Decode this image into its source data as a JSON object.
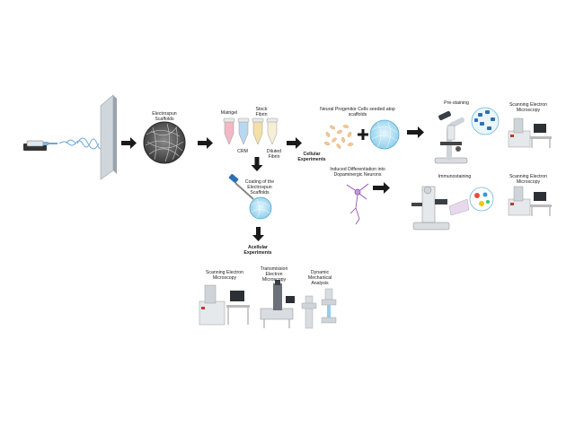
{
  "labels": {
    "electrospun": "Electrospun\nScaffolds",
    "matrigel": "Matrigel",
    "stock_fibrin": "Stock\nFibrin",
    "crm": "CRM",
    "diluted_fibrin": "Diluted\nFibrin",
    "coating": "Coating of the\nElectrospun\nScaffolds",
    "acellular": "Acellular\nExperiments",
    "cellular": "Cellular\nExperiments",
    "npc": "Neural Progenitor Cells seeded atop\nscaffolds",
    "induced": "Induced Differentiation into\nDopaminergic Neurons",
    "prestaining": "Pre-staining",
    "immunostaining": "Immunostaining",
    "sem_top": "Scanning Electron\nMicroscopy",
    "sem_mid": "Scanning Electron\nMicroscopy",
    "sem_bottom": "Scanning Electron\nMicroscopy",
    "tem": "Transmission\nElectron\nMicroscopy",
    "dma": "Dynamic\nMechanical\nAnalysis"
  },
  "icons": {
    "syringe": "electrospinning-syringe-icon",
    "collector": "collector-plate-icon",
    "scaffold": "fiber-mesh-icon",
    "tubes": "microcentrifuge-tube-icon",
    "pipette": "pipette-icon",
    "cells": "cell-cluster-icon",
    "neuron": "neuron-icon",
    "microscope": "light-microscope-icon",
    "confocal": "confocal-microscope-icon",
    "sem": "sem-instrument-icon",
    "tem": "tem-instrument-icon",
    "dma": "dma-instrument-icon"
  },
  "colors": {
    "arrow": "#1a1a1a",
    "scaffold_gray": "#555555",
    "tube_pink": "#f2b8c6",
    "tube_blue": "#b9d8f0",
    "tube_yellow": "#f3e0a6",
    "cell_blue": "#7ec8e3",
    "cell_orange": "#f4b183",
    "neuron_purple": "#8e44ad"
  }
}
